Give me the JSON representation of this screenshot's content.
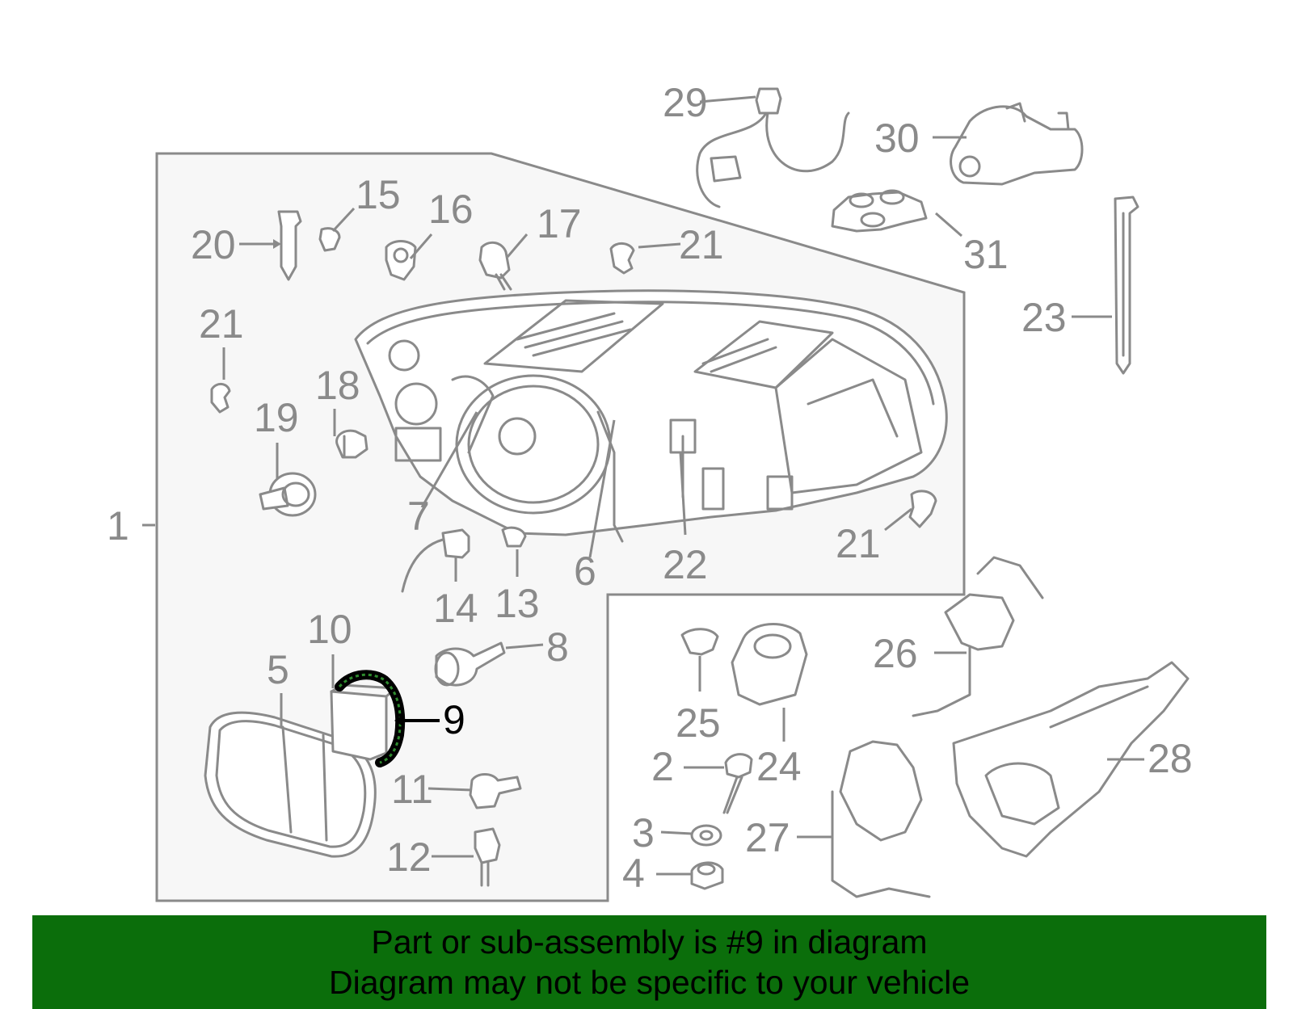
{
  "highlighted_part": "9",
  "colors": {
    "part_gray": "#8a8a8a",
    "panel_fill": "#f7f7f7",
    "highlight": "#000000",
    "highlight_accent": "#2e8b2e",
    "banner": "#0b6e0b"
  },
  "callouts": [
    {
      "key": "c1",
      "label": "1"
    },
    {
      "key": "c2",
      "label": "2"
    },
    {
      "key": "c3",
      "label": "3"
    },
    {
      "key": "c4",
      "label": "4"
    },
    {
      "key": "c5",
      "label": "5"
    },
    {
      "key": "c6",
      "label": "6"
    },
    {
      "key": "c7",
      "label": "7"
    },
    {
      "key": "c8",
      "label": "8"
    },
    {
      "key": "c9",
      "label": "9"
    },
    {
      "key": "c10",
      "label": "10"
    },
    {
      "key": "c11",
      "label": "11"
    },
    {
      "key": "c12",
      "label": "12"
    },
    {
      "key": "c13",
      "label": "13"
    },
    {
      "key": "c14",
      "label": "14"
    },
    {
      "key": "c15",
      "label": "15"
    },
    {
      "key": "c16",
      "label": "16"
    },
    {
      "key": "c17",
      "label": "17"
    },
    {
      "key": "c18",
      "label": "18"
    },
    {
      "key": "c19",
      "label": "19"
    },
    {
      "key": "c20",
      "label": "20"
    },
    {
      "key": "c21a",
      "label": "21"
    },
    {
      "key": "c21b",
      "label": "21"
    },
    {
      "key": "c21c",
      "label": "21"
    },
    {
      "key": "c22",
      "label": "22"
    },
    {
      "key": "c23",
      "label": "23"
    },
    {
      "key": "c24",
      "label": "24"
    },
    {
      "key": "c25",
      "label": "25"
    },
    {
      "key": "c26",
      "label": "26"
    },
    {
      "key": "c27",
      "label": "27"
    },
    {
      "key": "c28",
      "label": "28"
    },
    {
      "key": "c29",
      "label": "29"
    },
    {
      "key": "c30",
      "label": "30"
    },
    {
      "key": "c31",
      "label": "31"
    }
  ],
  "banner": {
    "line1": "Part or sub-assembly is #9 in diagram",
    "line2": "Diagram may not be specific to your vehicle"
  }
}
